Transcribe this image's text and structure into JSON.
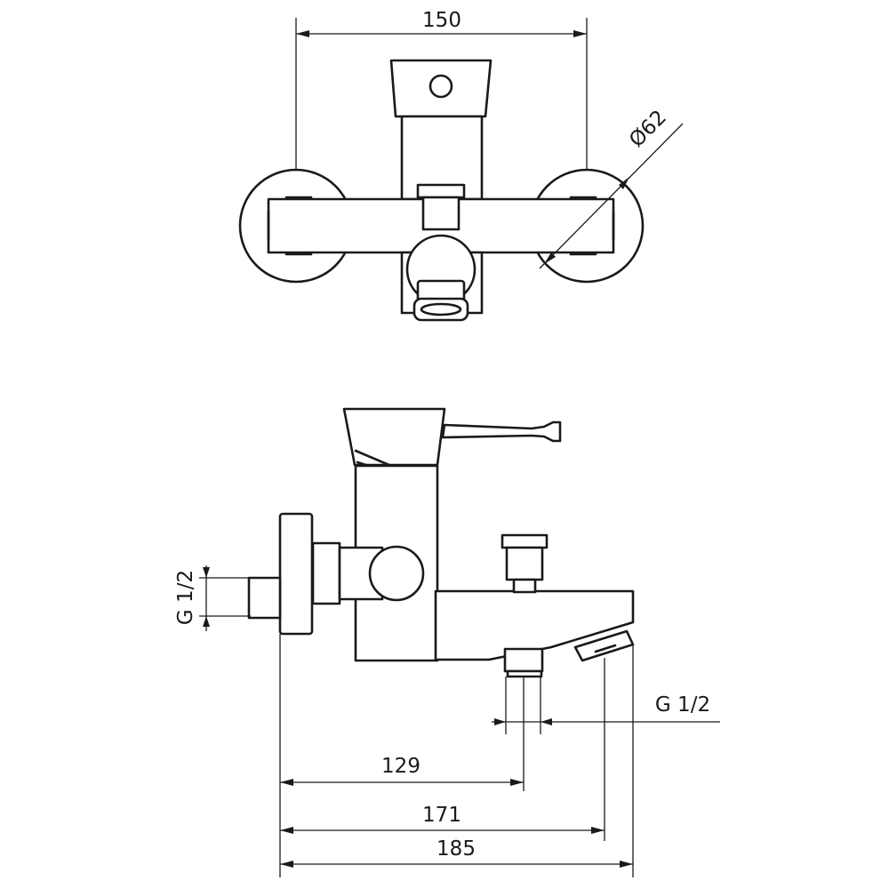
{
  "drawing": {
    "top_view": {
      "dim_width": "150",
      "dim_diameter": "Ø62"
    },
    "side_view": {
      "dim_inlet_thread": "G 1/2",
      "dim_outlet_thread": "G 1/2",
      "dim_129": "129",
      "dim_171": "171",
      "dim_185": "185"
    }
  }
}
